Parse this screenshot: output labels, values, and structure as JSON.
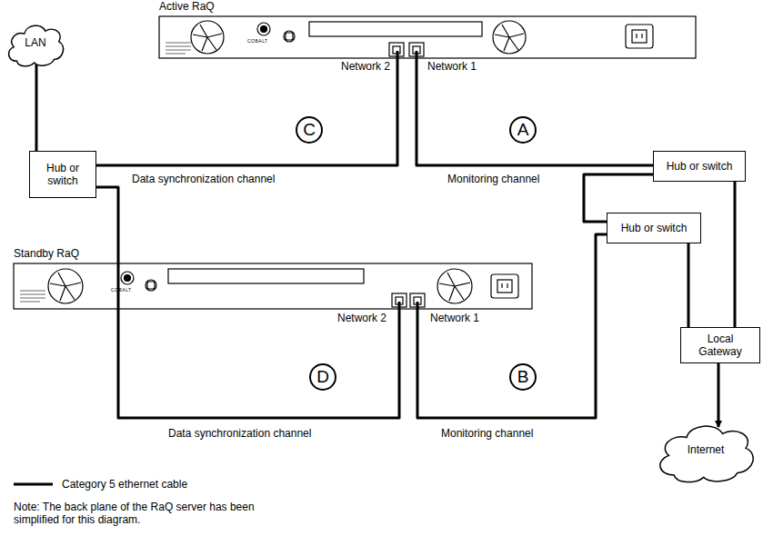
{
  "diagram": {
    "nodes": [
      {
        "text": [
          "LAN"
        ]
      },
      {
        "text": [
          "Active RaQ"
        ]
      },
      {
        "text": [
          "Hub or switch"
        ]
      },
      {
        "text": [
          "Hub or switch"
        ]
      },
      {
        "text": [
          "Standby RaQ"
        ]
      },
      {
        "text": [
          "Hub or switch"
        ]
      },
      {
        "text": [
          "Local Gateway"
        ]
      },
      {
        "text": [
          "Internet"
        ]
      }
    ],
    "edges": [
      {
        "from": 0,
        "to": 2,
        "arrow": "none"
      },
      {
        "from": 1,
        "to": 2,
        "arrow": "none",
        "label": "Data synchronization channel"
      },
      {
        "from": 1,
        "to": 3,
        "arrow": "none",
        "label": "Monitoring channel"
      },
      {
        "from": 4,
        "to": 2,
        "arrow": "none",
        "label": "Data synchronization channel"
      },
      {
        "from": 4,
        "to": 5,
        "arrow": "none",
        "label": "Monitoring channel"
      },
      {
        "from": 3,
        "to": 5,
        "arrow": "none"
      },
      {
        "from": 3,
        "to": 6,
        "arrow": "none"
      },
      {
        "from": 5,
        "to": 6,
        "arrow": "none"
      },
      {
        "from": 6,
        "to": 7,
        "arrow": "to"
      }
    ],
    "labels": [
      "COBALT",
      "Network 2",
      "Network 1",
      "C",
      "A",
      "COBALT",
      "Network 2",
      "Network 1",
      "D",
      "B",
      "Note: The back plane of the RaQ server has been simplified for this diagram."
    ],
    "legend": [
      {
        "text": "Category 5 ethernet cable"
      }
    ]
  }
}
